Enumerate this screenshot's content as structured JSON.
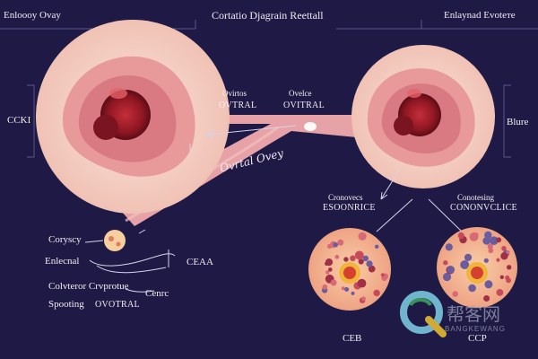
{
  "header": {
    "left": "Enloooy Ovaу",
    "center": "Cortatio Djagrain Reettall",
    "right": "Enlaynad Evoteте"
  },
  "left_panel": {
    "side_label": "CCKI"
  },
  "right_panel": {
    "side_label": "Blure"
  },
  "tube_labels": {
    "label1_small": "Ovirtos",
    "label1_big": "OVTRAL",
    "label2_small": "Ovelce",
    "label2_big": "OVITRAL",
    "script": "Ovrtal Ovey"
  },
  "right_circle_labels": {
    "left_small": "Cronovecs",
    "left_big": "ESOONRICE",
    "right_small": "Conotesing",
    "right_big": "CONONVCLICE"
  },
  "left_legend": {
    "item1": "Coryscy",
    "item2": "Enlecnal",
    "item3": "Colvteror Crvprotue",
    "item4_small": "Spooting",
    "item4_big": "OVOTRAL",
    "pointer_label1": "CEAA",
    "pointer_label2": "Cenrc"
  },
  "bottom_labels": {
    "left": "CEB",
    "right": "CCP"
  },
  "watermark": {
    "cn": "帮客网",
    "en": "BANGKEWANG"
  },
  "colors": {
    "background": "#1f1a45",
    "halo": "#f6d2c5",
    "tissue": "#e8999a",
    "tube": "#e6a2a6",
    "core": "#9a1c27",
    "bead_blue": "#6b5c9e",
    "bead_red": "#c64a5c",
    "yolk": "#f0b53a"
  }
}
